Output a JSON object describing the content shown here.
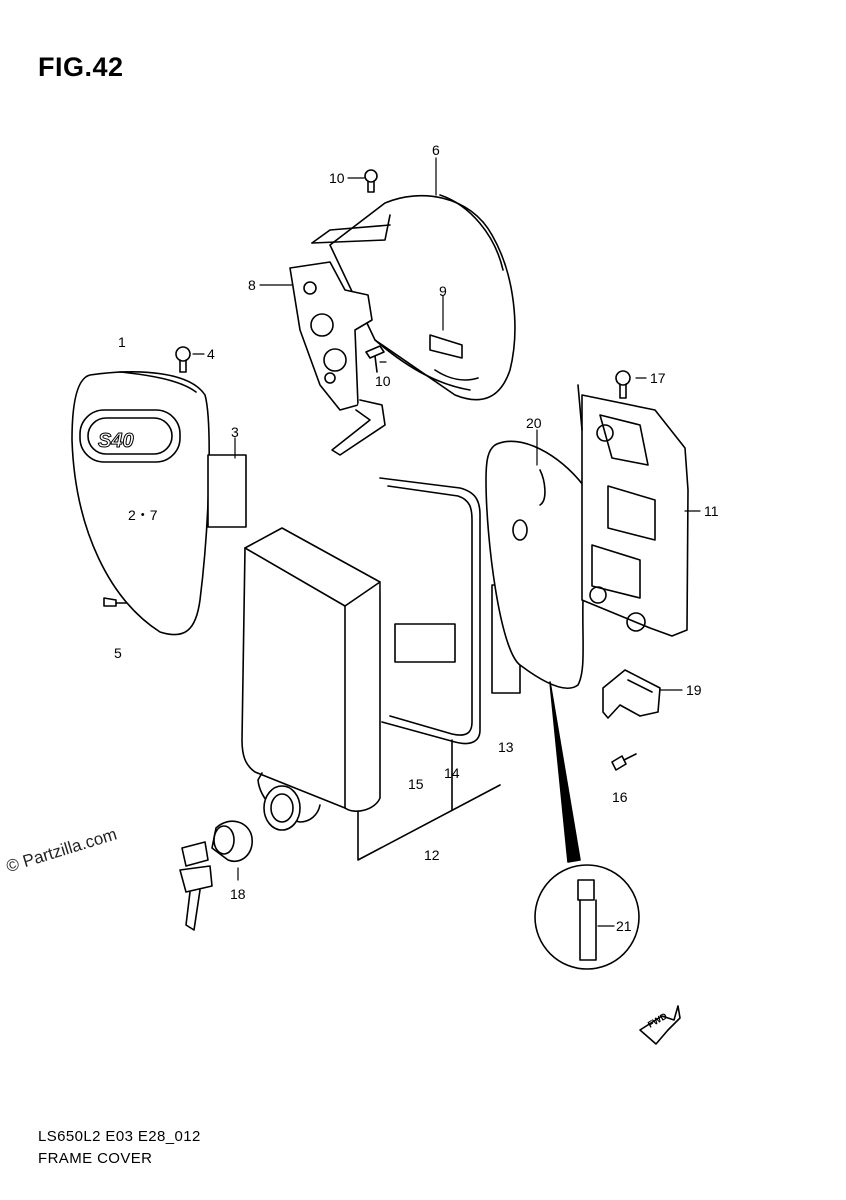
{
  "figure": {
    "title": "FIG.42",
    "watermark": "© Partzilla.com",
    "diagram_code": "LS650L2 E03 E28_012",
    "caption": "FRAME COVER",
    "fwd_mark": "FWD"
  },
  "callouts": {
    "c1": "1",
    "c2_7": "2・7",
    "c3": "3",
    "c4": "4",
    "c5": "5",
    "c6": "6",
    "c8": "8",
    "c9": "9",
    "c10a": "10",
    "c10b": "10",
    "c11": "11",
    "c12": "12",
    "c13": "13",
    "c14": "14",
    "c15": "15",
    "c16": "16",
    "c17": "17",
    "c18": "18",
    "c19": "19",
    "c20": "20",
    "c21": "21"
  },
  "emblem_text": "S40"
}
